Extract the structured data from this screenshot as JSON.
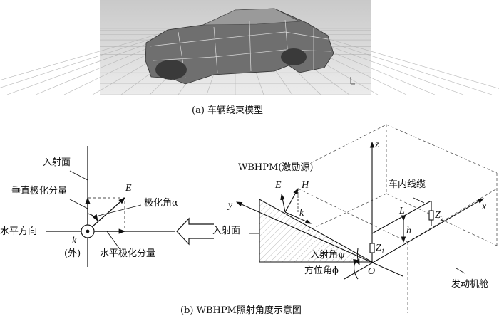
{
  "caption_a": "(a) 车辆线束模型",
  "caption_b": "(b) WBHPM照射角度示意图",
  "left": {
    "incidence_plane": "入射面",
    "vertical_component": "垂直极化分量",
    "E": "E",
    "polarization_angle": "极化角α",
    "horizontal_direction": "水平方向",
    "k": "k",
    "outward": "(外)",
    "horizontal_component": "水平极化分量"
  },
  "arrow_label": "入射面",
  "right": {
    "source": "WBHPM(激励源)",
    "E": "E",
    "H": "H",
    "k": "k",
    "y": "y",
    "z": "z",
    "x": "x",
    "cable": "车内线缆",
    "L": "L",
    "h": "h",
    "Z1": "Z",
    "Z1_sub": "1",
    "Z2": "Z",
    "Z2_sub": "2",
    "incidence_angle": "入射角ψ",
    "azimuth_angle": "方位角ϕ",
    "O": "O",
    "engine": "发动机舱"
  }
}
